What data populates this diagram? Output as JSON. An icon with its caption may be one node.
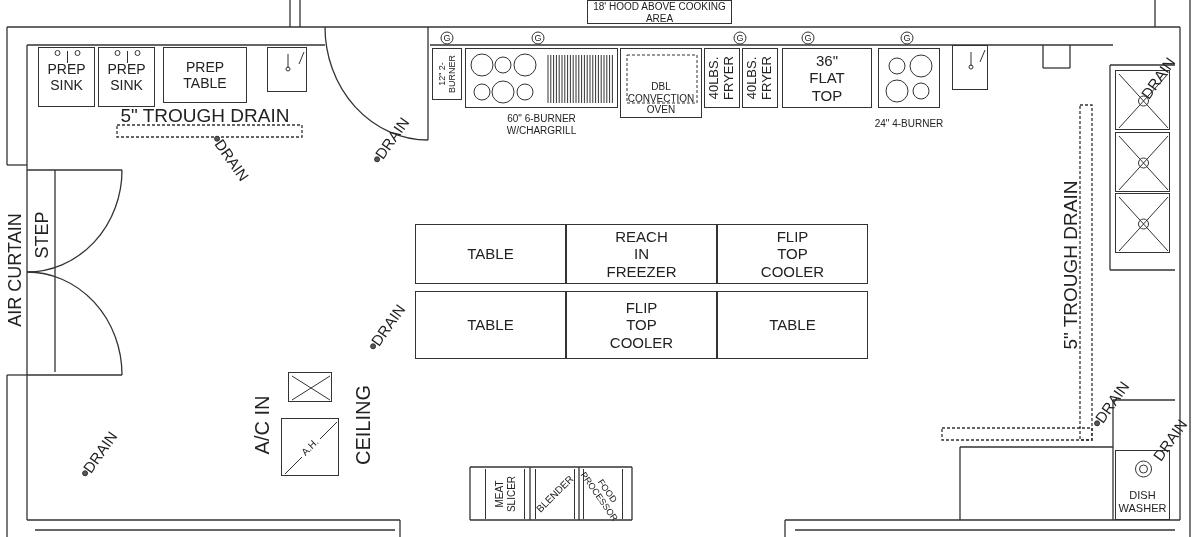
{
  "diagram": {
    "nodes": [
      {
        "text": [
          "18' HOOD ABOVE COOKING AREA"
        ]
      },
      {
        "text": [
          "PREP SINK"
        ]
      },
      {
        "text": [
          "PREP SINK"
        ]
      },
      {
        "text": [
          "PREP TABLE"
        ]
      },
      {
        "text": [],
        "shape": "picture"
      },
      {
        "text": [
          "12\" 2-BURNER"
        ]
      },
      {
        "text": [
          "60\" 6-BURNER W/CHARGRILL"
        ]
      },
      {
        "text": [
          "DBL CONVECTION OVEN"
        ]
      },
      {
        "text": [
          "40LBS. FRYER"
        ]
      },
      {
        "text": [
          "40LBS. FRYER"
        ]
      },
      {
        "text": [
          "36\" FLAT TOP"
        ]
      },
      {
        "text": [
          "24\" 4-BURNER"
        ]
      },
      {
        "text": [],
        "shape": "picture"
      },
      {
        "text": [],
        "shape": "box"
      },
      {
        "text": [],
        "shape": "box"
      },
      {
        "text": [],
        "shape": "box"
      },
      {
        "text": [
          "TABLE"
        ]
      },
      {
        "text": [
          "REACH IN FREEZER"
        ]
      },
      {
        "text": [
          "FLIP TOP COOLER"
        ]
      },
      {
        "text": [
          "TABLE"
        ]
      },
      {
        "text": [
          "FLIP TOP COOLER"
        ]
      },
      {
        "text": [
          "TABLE"
        ]
      },
      {
        "text": [],
        "shape": "box"
      },
      {
        "text": [
          "A.H."
        ]
      },
      {
        "text": [
          "MEAT SLICER"
        ]
      },
      {
        "text": [
          "BLENDER"
        ]
      },
      {
        "text": [
          "FOOD PROCESSOR"
        ]
      },
      {
        "text": [
          "DISH WASHER"
        ]
      }
    ],
    "edges": [],
    "labels": [
      "G",
      "G",
      "G",
      "G",
      "G",
      "5\" TROUGH DRAIN",
      "DRAIN",
      "DRAIN",
      "DRAIN",
      "AIR CURTAIN",
      "STEP",
      "5\" TROUGH DRAIN",
      "DRAIN",
      "A/C IN",
      "CEILING",
      "DRAIN",
      "DRAIN",
      "DRAIN"
    ]
  }
}
